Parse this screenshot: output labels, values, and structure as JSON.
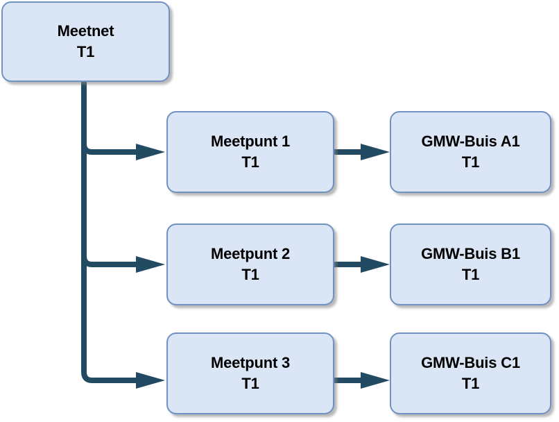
{
  "diagram": {
    "type": "hierarchy-flowchart",
    "background_color": "#ffffff",
    "node_fill_color": "#dae5f6",
    "node_border_color": "#7091c2",
    "connector_color": "#234a63",
    "text_color": "#000000",
    "shadow_color": "#b0b0b0",
    "root": {
      "name": "root-node",
      "title": "Meetnet",
      "subtitle": "T1"
    },
    "branches": [
      {
        "name": "branch-1",
        "middle": {
          "title": "Meetpunt 1",
          "subtitle": "T1"
        },
        "leaf": {
          "title": "GMW-Buis A1",
          "subtitle": "T1"
        }
      },
      {
        "name": "branch-2",
        "middle": {
          "title": "Meetpunt 2",
          "subtitle": "T1"
        },
        "leaf": {
          "title": "GMW-Buis B1",
          "subtitle": "T1"
        }
      },
      {
        "name": "branch-3",
        "middle": {
          "title": "Meetpunt 3",
          "subtitle": "T1"
        },
        "leaf": {
          "title": "GMW-Buis C1",
          "subtitle": "T1"
        }
      }
    ],
    "connectors": [
      {
        "name": "connector-root-to-meetpunt-1",
        "kind": "elbow-arrow"
      },
      {
        "name": "connector-root-to-meetpunt-2",
        "kind": "elbow-arrow"
      },
      {
        "name": "connector-root-to-meetpunt-3",
        "kind": "elbow-arrow"
      },
      {
        "name": "connector-meetpunt-1-to-buis-a1",
        "kind": "straight-arrow"
      },
      {
        "name": "connector-meetpunt-2-to-buis-b1",
        "kind": "straight-arrow"
      },
      {
        "name": "connector-meetpunt-3-to-buis-c1",
        "kind": "straight-arrow"
      }
    ]
  }
}
